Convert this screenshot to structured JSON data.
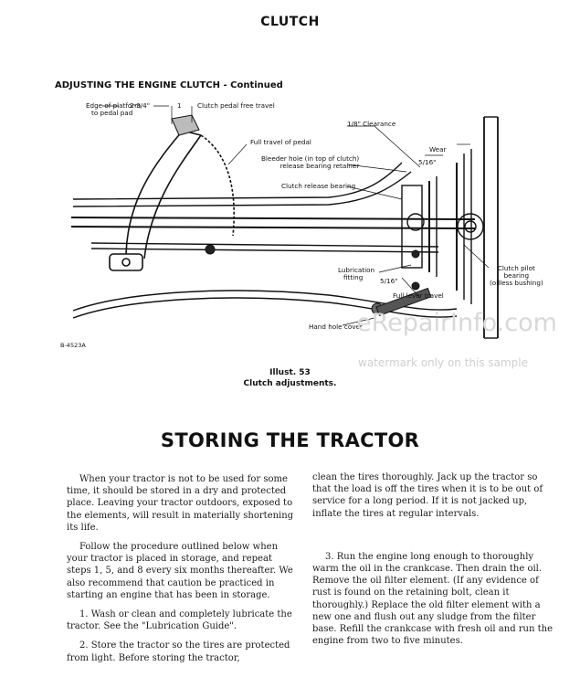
{
  "page_title": "CLUTCH",
  "section_heading": "ADJUSTING THE ENGINE CLUTCH",
  "section_heading_cont": " - Continued",
  "diagram": {
    "labels": {
      "edge_platform": "Edge of platform",
      "to_pedal_pad": "to pedal pad",
      "dim_2_3_4": "2-3/4\"",
      "dim_1": "1",
      "clutch_free_travel": "Clutch pedal free travel",
      "full_travel_pedal": "Full travel of pedal",
      "clearance": "1/8\" Clearance",
      "wear": "Wear",
      "bleeder_hole_1": "Bleeder hole (in top of clutch)",
      "bleeder_hole_2": "release bearing retainer",
      "dim_5_16_top": "5/16\"",
      "clutch_release_bearing": "Clutch release bearing",
      "lubrication": "Lubrication",
      "fitting": "fitting",
      "dim_5_16_bottom": "5/16\"",
      "full_lever_travel": "Full lever travel",
      "clutch_pilot": "Clutch pilot",
      "bearing": "bearing",
      "oilless": "(oilless bushing)",
      "hand_hole_cover": "Hand hole cover",
      "plate_id": "B-4523A"
    }
  },
  "illustration_number": "Illust. 53",
  "illustration_caption": "Clutch adjustments.",
  "watermark_main": "eRepairInfo.com",
  "watermark_sub": "watermark only on this sample",
  "storing_title": "STORING THE TRACTOR",
  "left_column": {
    "p1": "When your tractor is not to be used for some time, it should be stored in a dry and protected place. Leaving your tractor outdoors, exposed to the elements, will result in materially shortening its life.",
    "p2": "Follow the procedure outlined below when your tractor is placed in storage, and repeat steps 1, 5, and 8 every six months thereafter. We also recommend that caution be practiced in starting an engine that has been in storage.",
    "p3": "1. Wash or clean and completely lubricate the tractor. See the \"Lubrication Guide\".",
    "p4": "2. Store the tractor so the tires are protected from light. Before storing the tractor,"
  },
  "right_column": {
    "p1": "clean the tires thoroughly. Jack up the tractor so that the load is off the tires when it is to be out of service for a long period. If it is not jacked up, inflate the tires at regular intervals.",
    "p2": "3. Run the engine long enough to thoroughly warm the oil in the crankcase. Then drain the oil. Remove the oil filter element. (If any evidence of rust is found on the retaining bolt, clean it thoroughly.) Replace the old filter element with a new one and flush out any sludge from the filter base. Refill the crankcase with fresh oil and run the engine from two to five minutes."
  }
}
